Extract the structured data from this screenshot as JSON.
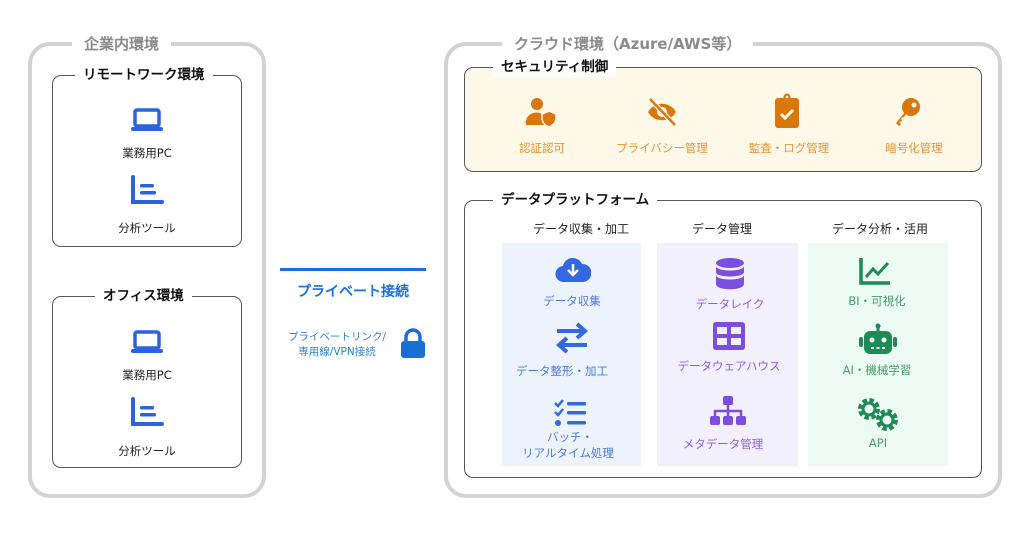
{
  "onprem": {
    "title": "企業内環境",
    "remote": {
      "title": "リモートワーク環境",
      "items": [
        {
          "label": "業務用PC",
          "icon": "laptop-icon"
        },
        {
          "label": "分析ツール",
          "icon": "chart-list-icon"
        }
      ]
    },
    "office": {
      "title": "オフィス環境",
      "items": [
        {
          "label": "業務用PC",
          "icon": "laptop-icon"
        },
        {
          "label": "分析ツール",
          "icon": "chart-list-icon"
        }
      ]
    }
  },
  "connection": {
    "title": "プライベート接続",
    "detail_line1": "プライベートリンク/",
    "detail_line2": "専用線/VPN接続",
    "icon": "lock-icon",
    "color": "#1a6fe0"
  },
  "cloud": {
    "title": "クラウド環境（Azure/AWS等）",
    "security": {
      "title": "セキュリティ制御",
      "color": "#d9770b",
      "items": [
        {
          "label": "認証認可",
          "icon": "user-shield-icon"
        },
        {
          "label": "プライバシー管理",
          "icon": "eye-slash-icon"
        },
        {
          "label": "監査・ログ管理",
          "icon": "clipboard-check-icon"
        },
        {
          "label": "暗号化管理",
          "icon": "key-icon"
        }
      ]
    },
    "platform": {
      "title": "データプラットフォーム",
      "columns": [
        {
          "header": "データ収集・加工",
          "color": "#3468e0",
          "items": [
            {
              "label": "データ収集",
              "icon": "cloud-download-icon"
            },
            {
              "label": "データ整形・加工",
              "icon": "arrows-exchange-icon"
            },
            {
              "label": "バッチ・",
              "label2": "リアルタイム処理",
              "icon": "checklist-icon"
            }
          ]
        },
        {
          "header": "データ管理",
          "color": "#7b4ee0",
          "items": [
            {
              "label": "データレイク",
              "icon": "database-icon"
            },
            {
              "label": "データウェアハウス",
              "icon": "table-icon"
            },
            {
              "label": "メタデータ管理",
              "icon": "sitemap-icon"
            }
          ]
        },
        {
          "header": "データ分析・活用",
          "color": "#1f8a55",
          "items": [
            {
              "label": "BI・可視化",
              "icon": "line-chart-icon"
            },
            {
              "label": "AI・機械学習",
              "icon": "robot-icon"
            },
            {
              "label": "API",
              "icon": "gears-icon"
            }
          ]
        }
      ]
    }
  }
}
